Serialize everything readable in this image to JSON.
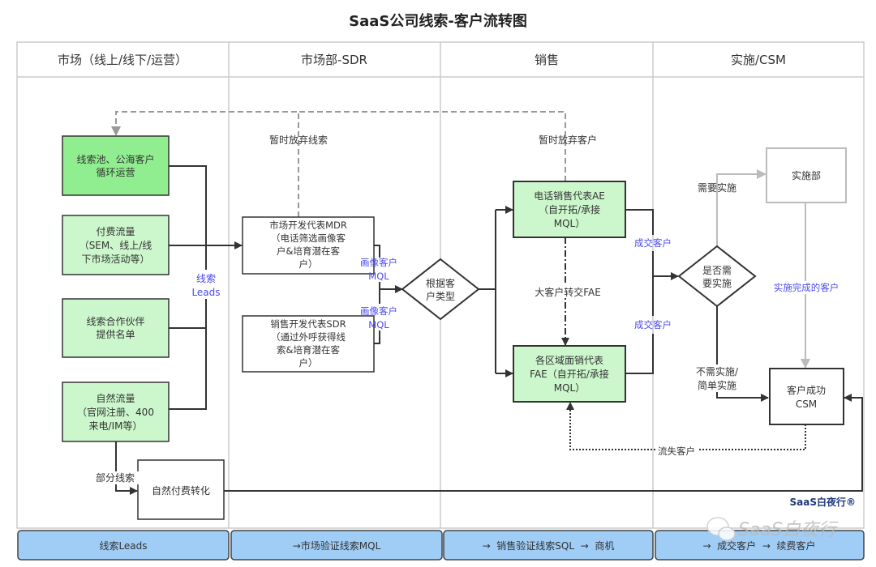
{
  "title": "SaaS公司线索-客户流转图",
  "lanes": [
    "市场（线上/线下/运营）",
    "市场部-SDR",
    "销售",
    "实施/CSM"
  ],
  "nodes": {
    "pool": [
      "线索池、公海客户",
      "循环运营"
    ],
    "paid": [
      "付费流量",
      "（SEM、线上/线",
      "下市场活动等）"
    ],
    "partner": [
      "线索合作伙伴",
      "提供名单"
    ],
    "organic": [
      "自然流量",
      "（官网注册、400",
      "来电/IM等）"
    ],
    "organic_paid": "自然付费转化",
    "mdr": [
      "市场开发代表MDR",
      "（电话筛选画像客",
      "户&培育潜在客",
      "户）"
    ],
    "sdr": [
      "销售开发代表SDR",
      "（通过外呼获得线",
      "索&培育潜在客",
      "户）"
    ],
    "classify": [
      "根据客",
      "户类型"
    ],
    "ae": [
      "电话销售代表AE",
      "（自开拓/承接",
      "MQL）"
    ],
    "fae": [
      "各区域面销代表",
      "FAE（自开拓/承接",
      "MQL）"
    ],
    "need_impl": [
      "是否需",
      "要实施"
    ],
    "impl_dept": "实施部",
    "csm": [
      "客户成功",
      "CSM"
    ]
  },
  "edge_labels": {
    "leads": [
      "线索",
      "Leads"
    ],
    "mql1": [
      "画像客户",
      "MQL"
    ],
    "mql2": [
      "画像客户",
      "MQL"
    ],
    "drop_leads": "暂时放弃线索",
    "drop_customer": "暂时放弃客户",
    "big_to_fae": "大客户转交FAE",
    "deal1": "成交客户",
    "deal2": "成交客户",
    "need": "需要实施",
    "no_need": [
      "不需实施/",
      "简单实施"
    ],
    "impl_done": "实施完成的客户",
    "churn": "流失客户",
    "partial": "部分线索"
  },
  "stages": [
    "线索Leads",
    "→市场验证线索MQL",
    "→  销售验证线索SQL  →  商机",
    "→  成交客户  →  续费客户"
  ],
  "brand": "SaaS白夜行®",
  "watermark": "SaaS白夜行",
  "colors": {
    "green_dark": "#90ee90",
    "green_light": "#ccf7cc",
    "stage_blue": "#9fcdf6",
    "label_blue": "#4a4af0"
  }
}
